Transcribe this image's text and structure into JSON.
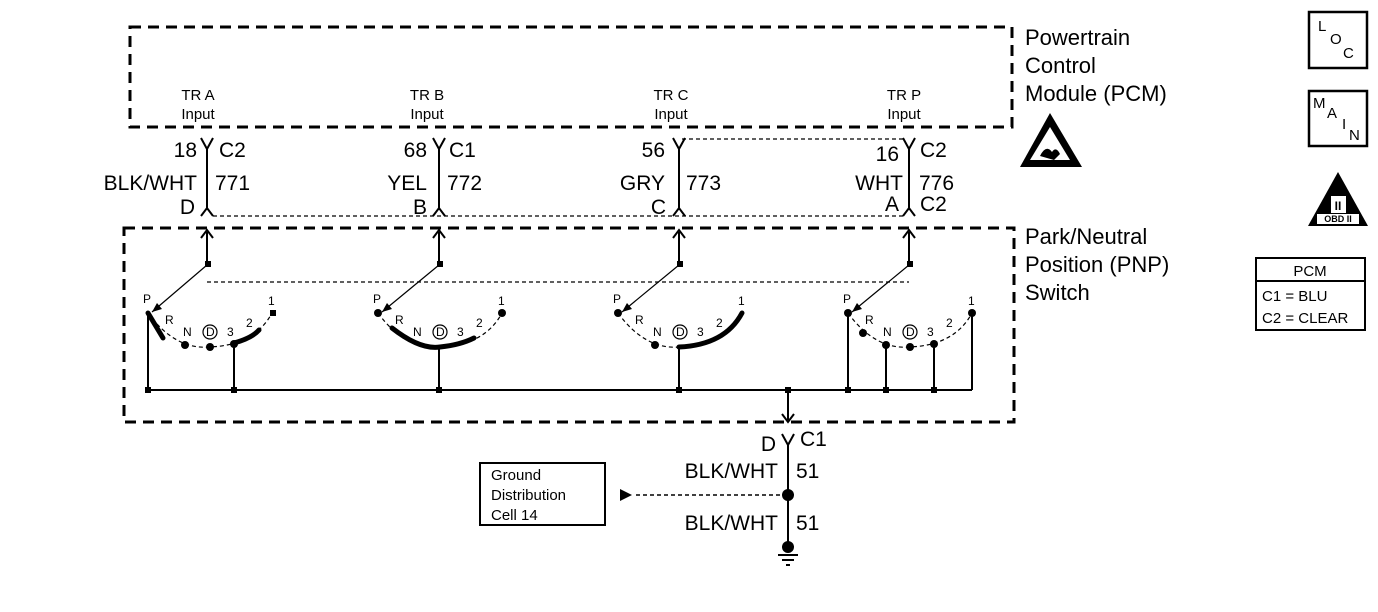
{
  "pcm": {
    "title_lines": [
      "Powertrain",
      "Control",
      "Module (PCM)"
    ],
    "inputs": [
      {
        "name": "TR A",
        "sub": "Input",
        "pin": "18",
        "connector": "C2",
        "color": "BLK/WHT",
        "circuit": "771",
        "pnp_pin": "D",
        "pnp_connector": ""
      },
      {
        "name": "TR B",
        "sub": "Input",
        "pin": "68",
        "connector": "C1",
        "color": "YEL",
        "circuit": "772",
        "pnp_pin": "B",
        "pnp_connector": ""
      },
      {
        "name": "TR C",
        "sub": "Input",
        "pin": "56",
        "connector": "",
        "color": "GRY",
        "circuit": "773",
        "pnp_pin": "C",
        "pnp_connector": ""
      },
      {
        "name": "TR P",
        "sub": "Input",
        "pin": "16",
        "connector": "C2",
        "color": "WHT",
        "circuit": "776",
        "pnp_pin": "A",
        "pnp_connector": "C2"
      }
    ]
  },
  "pnp": {
    "title_lines": [
      "Park/Neutral",
      "Position (PNP)",
      "Switch"
    ],
    "positions": [
      "P",
      "R",
      "N",
      "D",
      "3",
      "2",
      "1"
    ]
  },
  "ground": {
    "pin": "D",
    "connector": "C1",
    "wire1_color": "BLK/WHT",
    "wire1_circuit": "51",
    "wire2_color": "BLK/WHT",
    "wire2_circuit": "51",
    "ref_lines": [
      "Ground",
      "Distribution",
      "Cell 14"
    ]
  },
  "legend": {
    "loc": {
      "l": "L",
      "o": "O",
      "c": "C"
    },
    "main": {
      "m": "M",
      "a": "A",
      "i": "I",
      "n": "N"
    },
    "obd": {
      "numeral": "II",
      "label": "OBD II"
    },
    "pcm_table": {
      "title": "PCM",
      "rows": [
        "C1 = BLU",
        "C2 = CLEAR"
      ]
    }
  }
}
